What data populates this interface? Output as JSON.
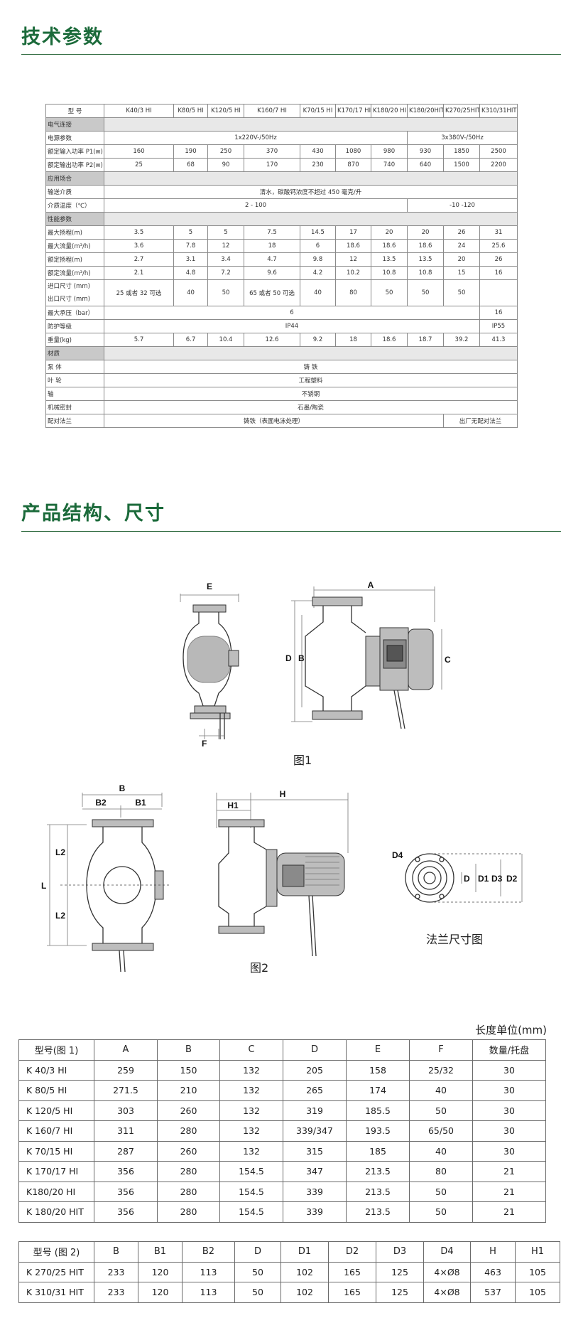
{
  "section1_title": "技术参数",
  "section2_title": "产品结构、尺寸",
  "spec_table": {
    "header": [
      "型 号",
      "K40/3 HI",
      "K80/5 HI",
      "K120/5 HI",
      "K160/7 HI",
      "K70/15 HI",
      "K170/17 HI",
      "K180/20 HI",
      "K180/20HIT",
      "K270/25HIT",
      "K310/31HIT"
    ],
    "sec_electrical": "电气连接",
    "power_label": "电源参数",
    "power_a": "1x220V-/50Hz",
    "power_b": "3x380V-/50Hz",
    "p1_label": "额定输入功率 P1(w)",
    "p1": [
      "160",
      "190",
      "250",
      "370",
      "430",
      "1080",
      "980",
      "930",
      "1850",
      "2500"
    ],
    "p2_label": "额定输出功率 P2(w)",
    "p2": [
      "25",
      "68",
      "90",
      "170",
      "230",
      "870",
      "740",
      "640",
      "1500",
      "2200"
    ],
    "sec_application": "应用场合",
    "medium_label": "输送介质",
    "medium": "清水，碳酸钙浓度不超过 450 毫克/升",
    "temp_label": "介质温度（℃）",
    "temp_a": "2 - 100",
    "temp_b": "-10 -120",
    "sec_performance": "性能参数",
    "maxhead_label": "最大扬程(m)",
    "maxhead": [
      "3.5",
      "5",
      "5",
      "7.5",
      "14.5",
      "17",
      "20",
      "20",
      "26",
      "31"
    ],
    "maxflow_label": "最大流量(m³/h)",
    "maxflow": [
      "3.6",
      "7.8",
      "12",
      "18",
      "6",
      "18.6",
      "18.6",
      "18.6",
      "24",
      "25.6"
    ],
    "ratedhead_label": "额定扬程(m)",
    "ratedhead": [
      "2.7",
      "3.1",
      "3.4",
      "4.7",
      "9.8",
      "12",
      "13.5",
      "13.5",
      "20",
      "26"
    ],
    "ratedflow_label": "额定流量(m³/h)",
    "ratedflow": [
      "2.1",
      "4.8",
      "7.2",
      "9.6",
      "4.2",
      "10.2",
      "10.8",
      "10.8",
      "15",
      "16"
    ],
    "inlet_label": "进口尺寸 (mm)",
    "outlet_label": "出口尺寸 (mm)",
    "port": [
      "25 或者 32 可选",
      "40",
      "50",
      "65 或者 50 可选",
      "40",
      "80",
      "50",
      "50",
      "50"
    ],
    "pressure_label": "最大承压（bar）",
    "pressure_a": "6",
    "pressure_b": "16",
    "ip_label": "防护等级",
    "ip_a": "IP44",
    "ip_b": "IP55",
    "weight_label": "重量(kg)",
    "weight": [
      "5.7",
      "6.7",
      "10.4",
      "12.6",
      "9.2",
      "18",
      "18.6",
      "18.7",
      "39.2",
      "41.3"
    ],
    "sec_material": "材质",
    "body_label": "泵 体",
    "body": "铸 铁",
    "impeller_label": "叶 轮",
    "impeller": "工程塑料",
    "shaft_label": "轴",
    "shaft": "不锈钢",
    "seal_label": "机械密封",
    "seal": "石墨/陶瓷",
    "flange_label": "配对法兰",
    "flange_a": "铸铁（表面电泳处理）",
    "flange_b": "出厂无配对法兰"
  },
  "figures": {
    "fig1_caption": "图1",
    "fig2_caption": "图2",
    "flange_caption": "法兰尺寸图",
    "labels": [
      "E",
      "A",
      "F",
      "D",
      "B",
      "C",
      "B",
      "B2",
      "B1",
      "H1",
      "H",
      "L2",
      "L",
      "L2",
      "D4",
      "D",
      "D1",
      "D3",
      "D2"
    ]
  },
  "unit_label": "长度单位(mm)",
  "dim_table_1": {
    "header": [
      "型号(图 1)",
      "A",
      "B",
      "C",
      "D",
      "E",
      "F",
      "数量/托盘"
    ],
    "rows": [
      [
        "K 40/3 HI",
        "259",
        "150",
        "132",
        "205",
        "158",
        "25/32",
        "30"
      ],
      [
        "K 80/5 HI",
        "271.5",
        "210",
        "132",
        "265",
        "174",
        "40",
        "30"
      ],
      [
        "K 120/5 HI",
        "303",
        "260",
        "132",
        "319",
        "185.5",
        "50",
        "30"
      ],
      [
        "K 160/7 HI",
        "311",
        "280",
        "132",
        "339/347",
        "193.5",
        "65/50",
        "30"
      ],
      [
        "K 70/15 HI",
        "287",
        "260",
        "132",
        "315",
        "185",
        "40",
        "30"
      ],
      [
        "K 170/17 HI",
        "356",
        "280",
        "154.5",
        "347",
        "213.5",
        "80",
        "21"
      ],
      [
        "K180/20 HI",
        "356",
        "280",
        "154.5",
        "339",
        "213.5",
        "50",
        "21"
      ],
      [
        "K 180/20 HIT",
        "356",
        "280",
        "154.5",
        "339",
        "213.5",
        "50",
        "21"
      ]
    ]
  },
  "dim_table_2": {
    "header": [
      "型号 (图 2)",
      "B",
      "B1",
      "B2",
      "D",
      "D1",
      "D2",
      "D3",
      "D4",
      "H",
      "H1"
    ],
    "rows": [
      [
        "K 270/25 HIT",
        "233",
        "120",
        "113",
        "50",
        "102",
        "165",
        "125",
        "4×Ø8",
        "463",
        "105"
      ],
      [
        "K 310/31 HIT",
        "233",
        "120",
        "113",
        "50",
        "102",
        "165",
        "125",
        "4×Ø8",
        "537",
        "105"
      ]
    ]
  }
}
